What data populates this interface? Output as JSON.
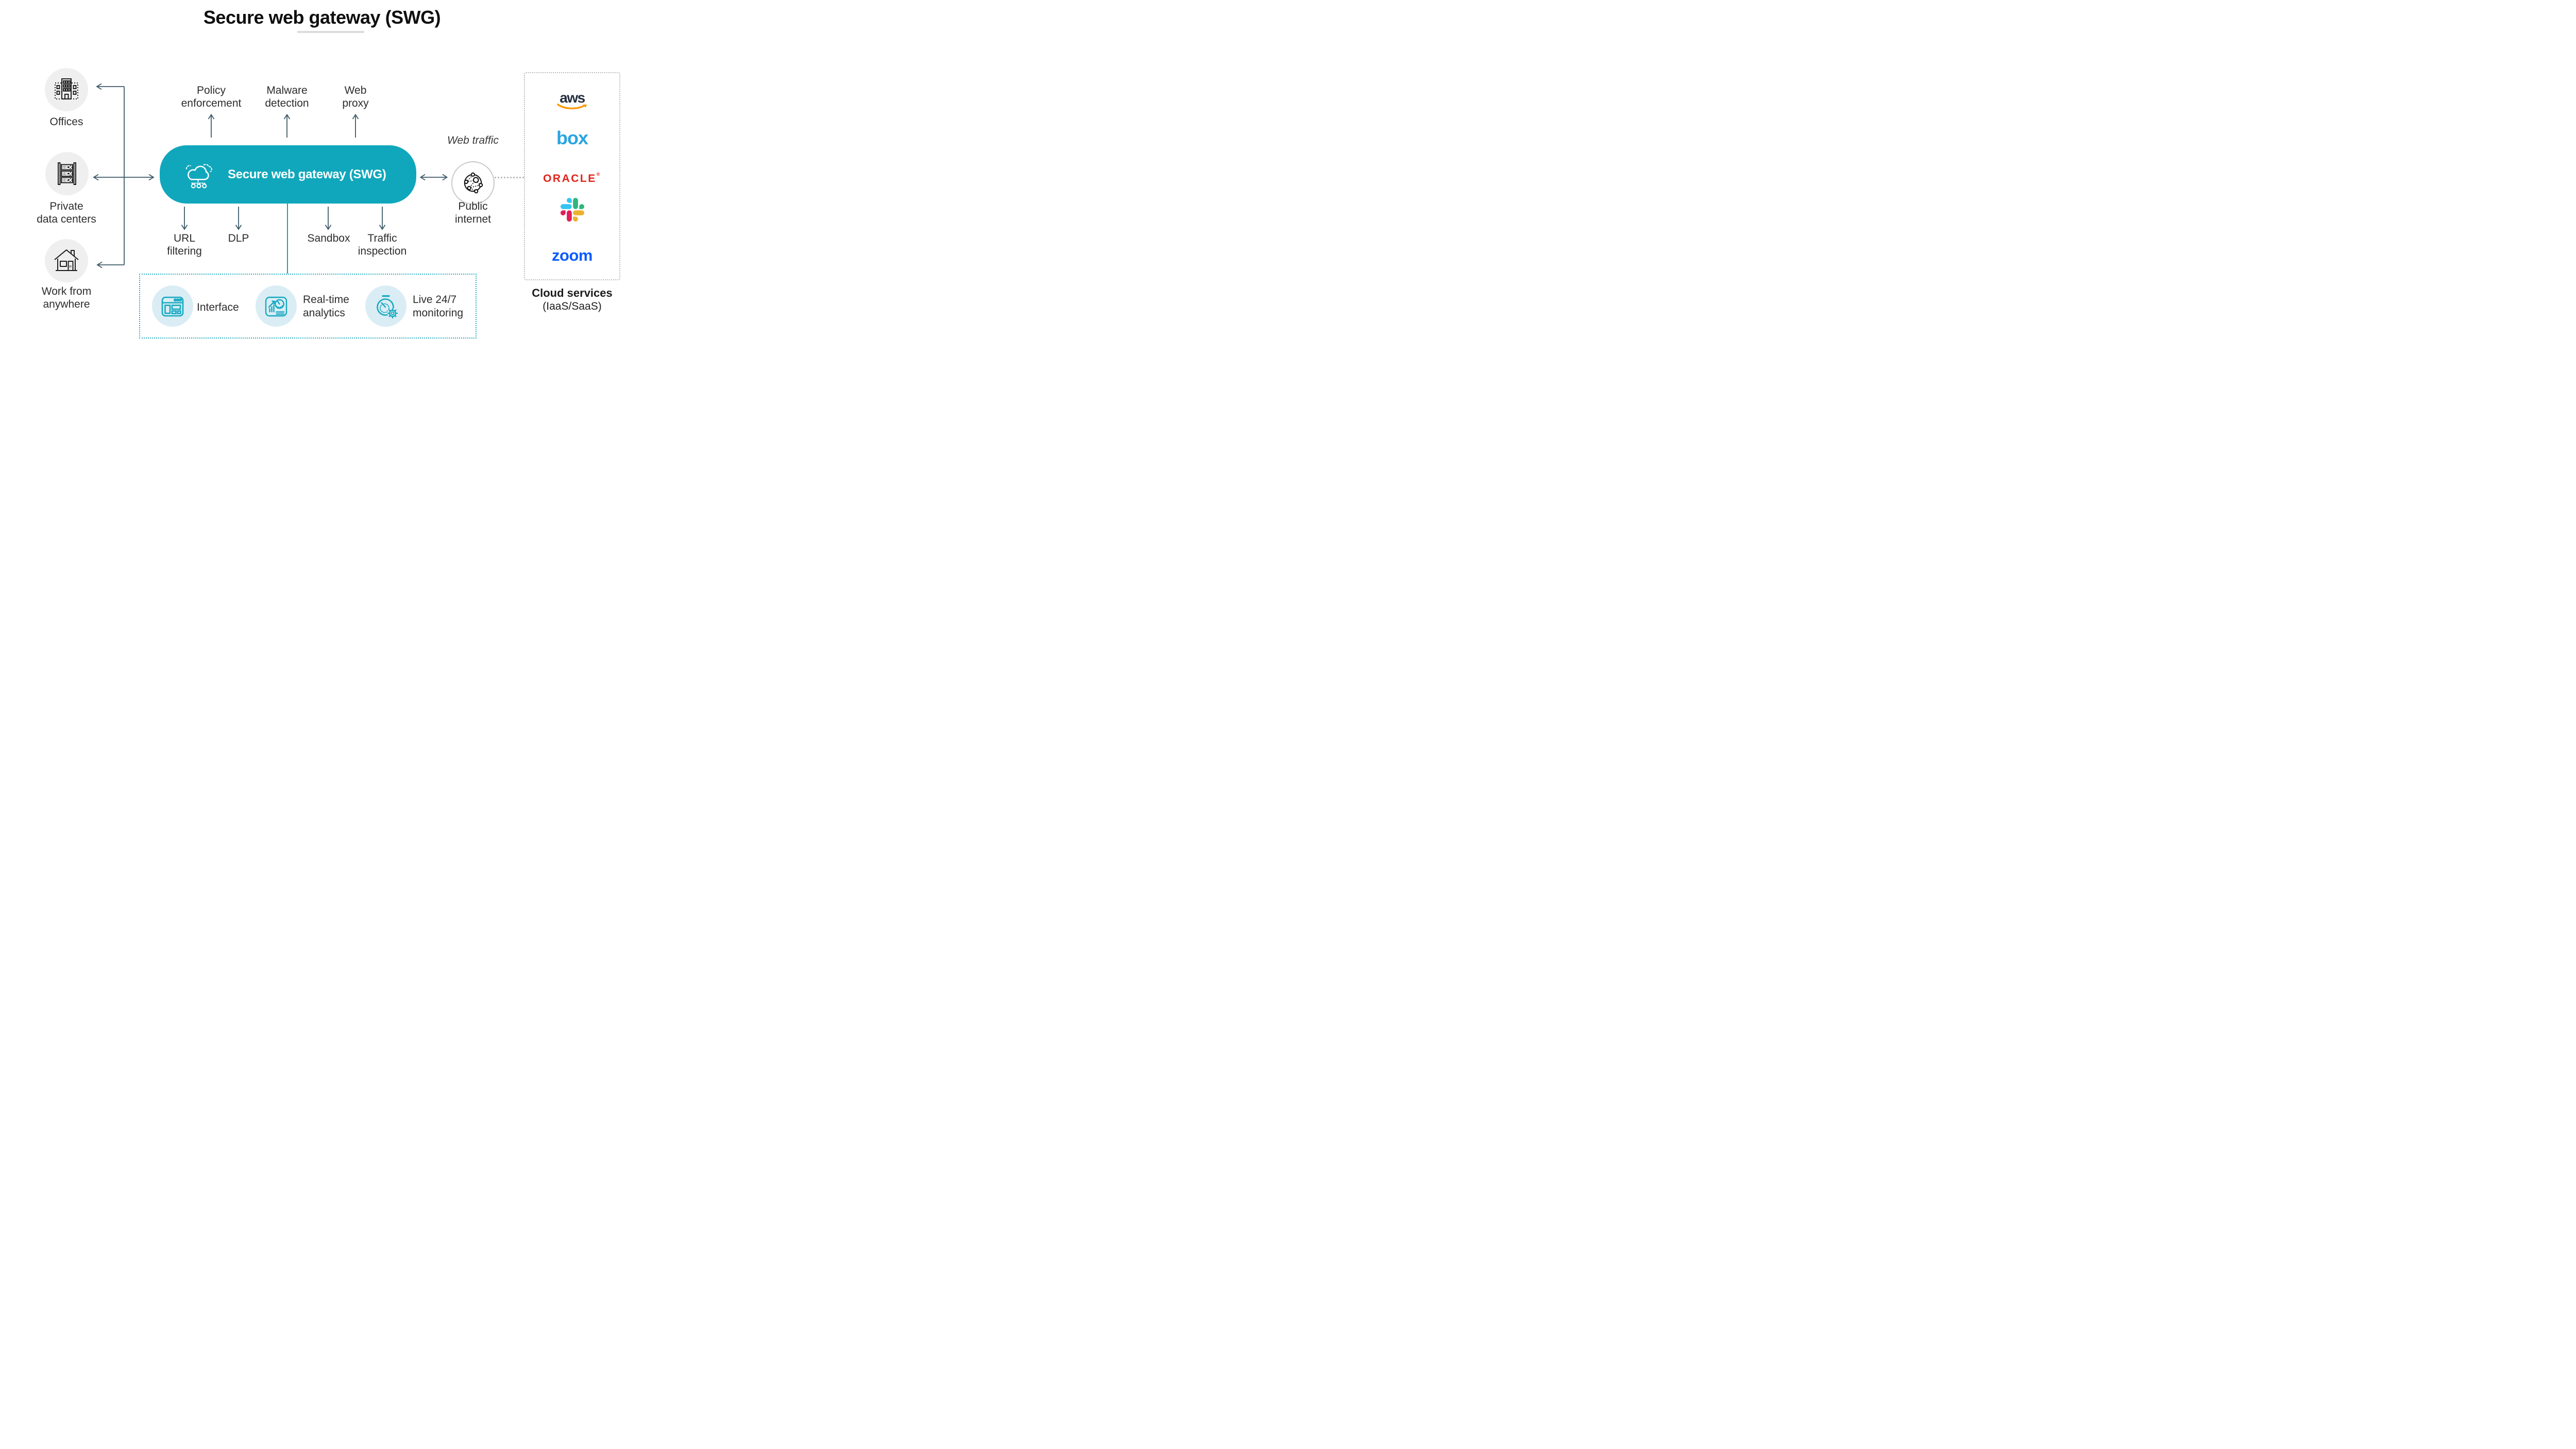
{
  "title": "Secure web gateway (SWG)",
  "sources": [
    {
      "id": "offices",
      "icon": "office-building-icon",
      "lines": [
        "Offices"
      ]
    },
    {
      "id": "private-data-centers",
      "icon": "server-rack-icon",
      "lines": [
        "Private",
        "data centers"
      ]
    },
    {
      "id": "work-from-anywhere",
      "icon": "house-icon",
      "lines": [
        "Work from",
        "anywhere"
      ]
    }
  ],
  "gateway": {
    "label": "Secure web gateway (SWG)",
    "icon": "cloud-icon",
    "top_functions": [
      {
        "lines": [
          "Policy",
          "enforcement"
        ]
      },
      {
        "lines": [
          "Malware",
          "detection"
        ]
      },
      {
        "lines": [
          "Web",
          "proxy"
        ]
      }
    ],
    "bottom_functions": [
      {
        "lines": [
          "URL",
          "filtering"
        ]
      },
      {
        "lines": [
          "DLP"
        ]
      },
      {
        "lines": [
          "Sandbox"
        ]
      },
      {
        "lines": [
          "Traffic",
          "inspection"
        ]
      }
    ]
  },
  "internet": {
    "traffic_label": "Web traffic",
    "icon": "network-globe-icon",
    "lines": [
      "Public",
      "internet"
    ]
  },
  "cloud_panel": {
    "aws_text": "aws",
    "box_text": "box",
    "oracle_text": "ORACLE",
    "oracle_reg": "®",
    "slack_icon": "slack-logo-icon",
    "zoom_text": "zoom",
    "caption_bold": "Cloud services",
    "caption_regular": "(IaaS/SaaS)"
  },
  "features": [
    {
      "icon": "browser-interface-icon",
      "lines": [
        "Interface"
      ]
    },
    {
      "icon": "realtime-analytics-icon",
      "lines": [
        "Real-time",
        "analytics"
      ]
    },
    {
      "icon": "monitoring-stopwatch-icon",
      "lines": [
        "Live 24/7",
        "monitoring"
      ]
    }
  ],
  "colors": {
    "gateway_teal": "#10a7bc",
    "connector_slate": "#3e5a68",
    "source_circle_gray": "#efefef",
    "feature_circle_blue": "#daedf5",
    "feature_icon_teal": "#17a9c0",
    "aws_navy": "#252f3e",
    "aws_orange": "#ff9900",
    "box_blue": "#2aa5e0",
    "oracle_red": "#e2231a",
    "zoom_blue": "#0b5cff",
    "slack_blue": "#36c5f0",
    "slack_green": "#2eb67d",
    "slack_red": "#e01e5a",
    "slack_yellow": "#ecb22e"
  }
}
